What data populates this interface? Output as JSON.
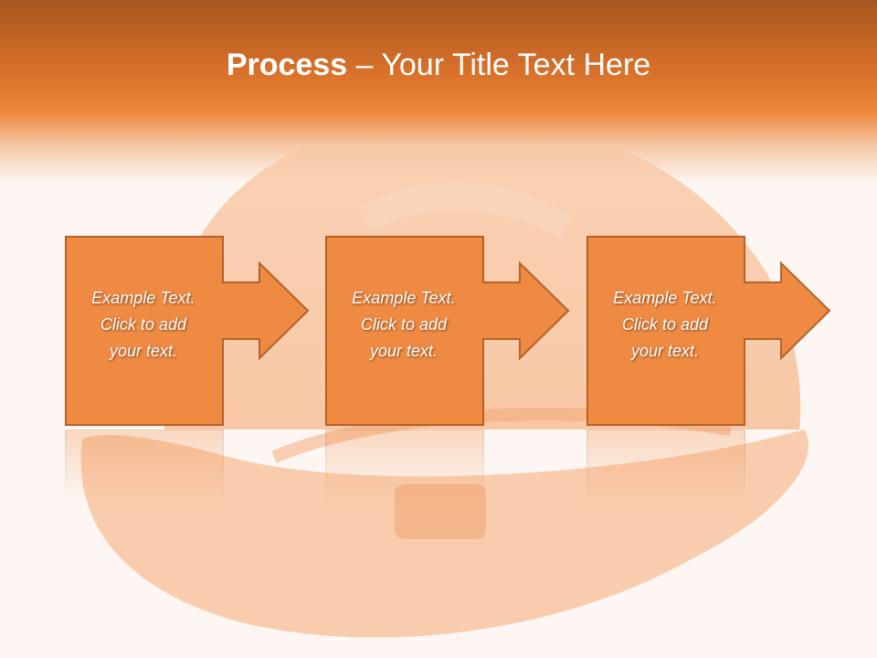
{
  "slide": {
    "title_bold": "Process",
    "title_separator": " – ",
    "title_rest": "Your Title Text Here"
  },
  "steps": [
    {
      "text": "Example Text.\nClick  to add\nyour text."
    },
    {
      "text": "Example Text.\nClick  to add\nyour text."
    },
    {
      "text": "Example Text.\nClick  to add\nyour text."
    }
  ],
  "colors": {
    "header_dark": "#a9561f",
    "header_mid": "#e37c33",
    "box_fill": "#ee8a42",
    "box_border": "#b5612a",
    "background": "#fdf6f2"
  },
  "icons": {
    "background_image": "hard-hat-illustration"
  }
}
